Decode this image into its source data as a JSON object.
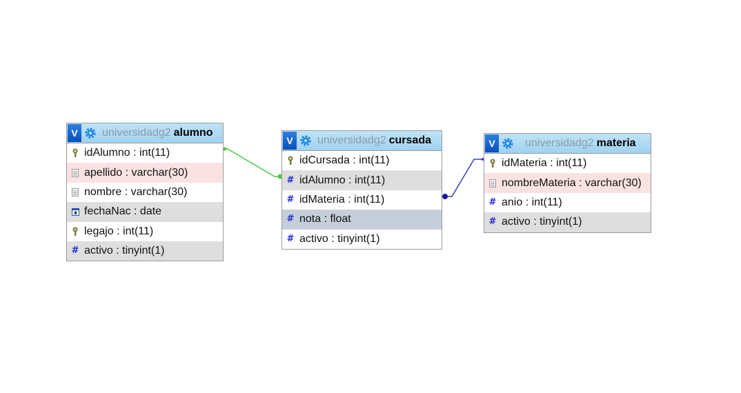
{
  "colors": {
    "header_gradient_top": "#bfe3f7",
    "header_gradient_bottom": "#9fd2f0",
    "toggle_button": "#0a4fb8",
    "link_alumno_cursada": "#44cc44",
    "link_cursada_materia": "#3a3ab8",
    "row_grey": "#dedede",
    "row_pink": "#fbe2e2",
    "row_highlight": "#c5cfda",
    "hash_icon": "#1f2bd8"
  },
  "tables": {
    "alumno": {
      "toggle_label": "V",
      "db": "universidadg2",
      "name": "alumno",
      "columns": [
        {
          "text": "idAlumno : int(11)",
          "icon": "key-icon"
        },
        {
          "text": "apellido : varchar(30)",
          "icon": "text-icon"
        },
        {
          "text": "nombre : varchar(30)",
          "icon": "text-icon"
        },
        {
          "text": "fechaNac : date",
          "icon": "date-icon"
        },
        {
          "text": "legajo : int(11)",
          "icon": "key-icon"
        },
        {
          "text": "activo : tinyint(1)",
          "icon": "hash-icon"
        }
      ]
    },
    "cursada": {
      "toggle_label": "V",
      "db": "universidadg2",
      "name": "cursada",
      "columns": [
        {
          "text": "idCursada : int(11)",
          "icon": "key-icon"
        },
        {
          "text": "idAlumno : int(11)",
          "icon": "hash-icon"
        },
        {
          "text": "idMateria : int(11)",
          "icon": "hash-icon"
        },
        {
          "text": "nota : float",
          "icon": "hash-icon"
        },
        {
          "text": "activo : tinyint(1)",
          "icon": "hash-icon"
        }
      ]
    },
    "materia": {
      "toggle_label": "V",
      "db": "universidadg2",
      "name": "materia",
      "columns": [
        {
          "text": "idMateria : int(11)",
          "icon": "key-icon"
        },
        {
          "text": "nombreMateria : varchar(30)",
          "icon": "text-icon"
        },
        {
          "text": "anio : int(11)",
          "icon": "hash-icon"
        },
        {
          "text": "activo : tinyint(1)",
          "icon": "hash-icon"
        }
      ]
    }
  }
}
